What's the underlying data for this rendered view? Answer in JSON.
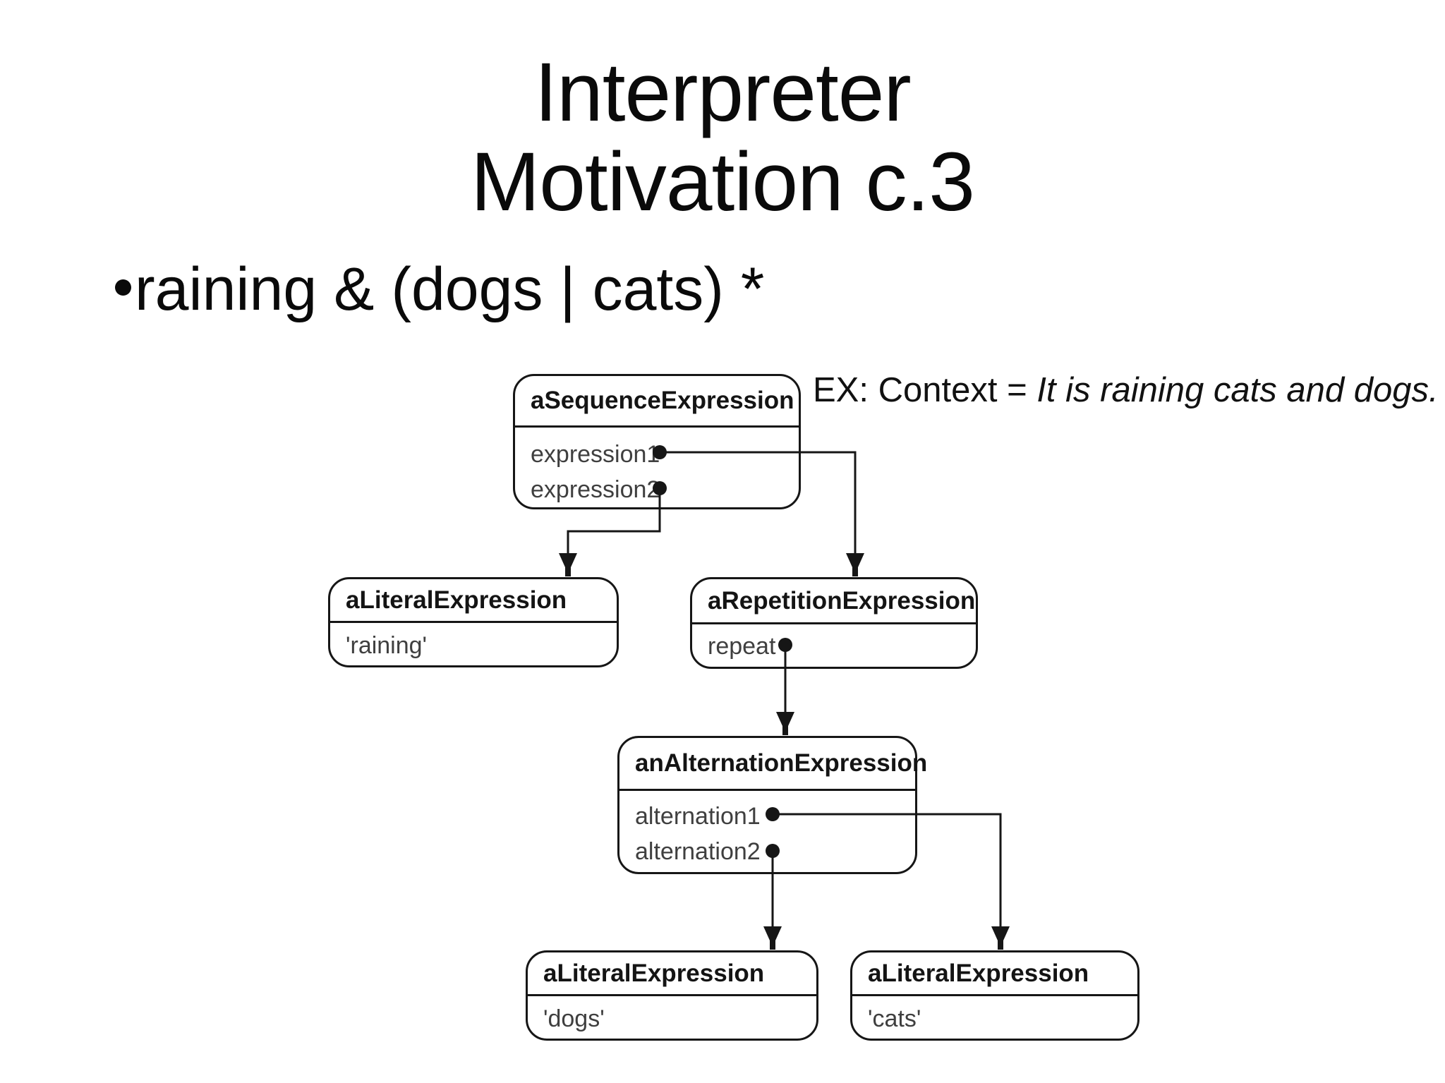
{
  "slide": {
    "title_line1": "Interpreter",
    "title_line2": "Motivation c.3",
    "bullet_text": "raining & (dogs | cats) *"
  },
  "diagram": {
    "context_note": {
      "prefix": "EX: Context = ",
      "example": "It is raining cats and dogs."
    },
    "nodes": [
      {
        "title": "aSequenceExpression",
        "fields": [
          "expression1",
          "expression2"
        ]
      },
      {
        "title": "aLiteralExpression",
        "fields": [
          "'raining'"
        ]
      },
      {
        "title": "aRepetitionExpression",
        "fields": [
          "repeat"
        ]
      },
      {
        "title": "anAlternationExpression",
        "fields": [
          "alternation1",
          "alternation2"
        ]
      },
      {
        "title": "aLiteralExpression",
        "fields": [
          "'dogs'"
        ]
      },
      {
        "title": "aLiteralExpression",
        "fields": [
          "'cats'"
        ]
      }
    ],
    "connections": [
      {
        "from": "aSequenceExpression.expression1",
        "to": "aRepetitionExpression"
      },
      {
        "from": "aSequenceExpression.expression2",
        "to": "aLiteralExpression 'raining'"
      },
      {
        "from": "aRepetitionExpression.repeat",
        "to": "anAlternationExpression"
      },
      {
        "from": "anAlternationExpression.alternation1",
        "to": "aLiteralExpression 'cats'"
      },
      {
        "from": "anAlternationExpression.alternation2",
        "to": "aLiteralExpression 'dogs'"
      }
    ],
    "colors": {
      "line": "#161616",
      "title_text": "#141414",
      "field_text": "#3f3f3f",
      "background": "#ffffff"
    }
  }
}
